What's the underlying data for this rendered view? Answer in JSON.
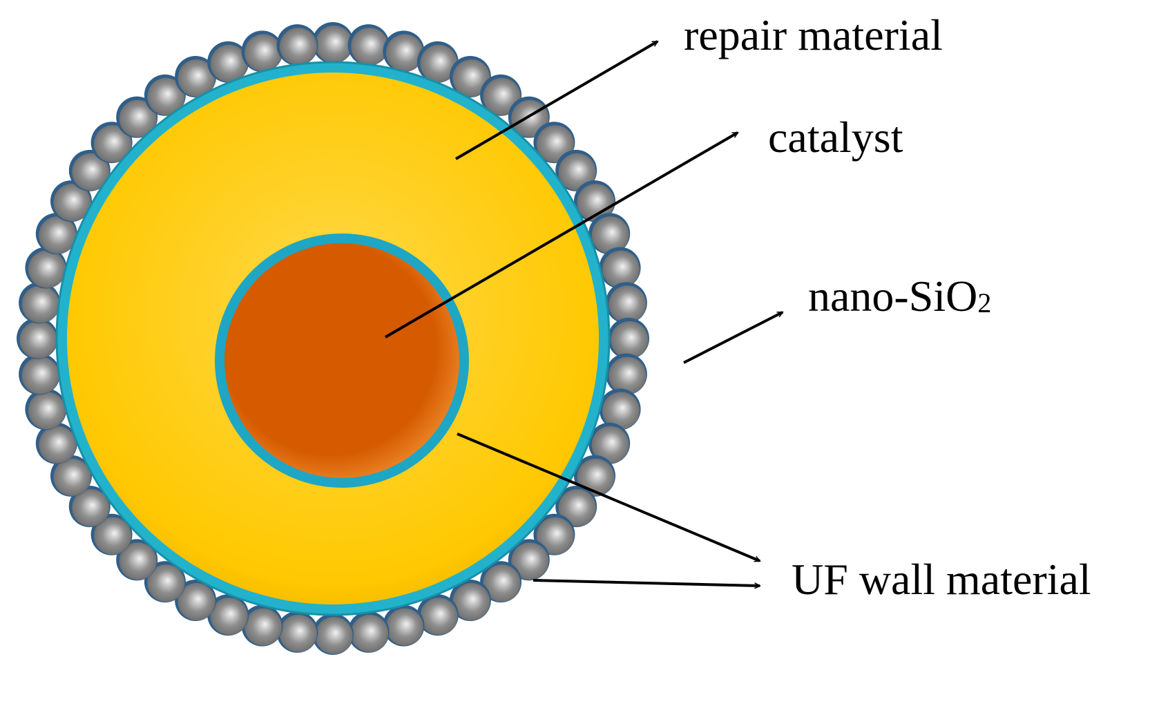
{
  "labels": {
    "repair_material": "repair material",
    "catalyst": "catalyst",
    "nano_sio2_main": "nano-SiO",
    "nano_sio2_subscript": "2",
    "uf_wall_material": "UF wall material"
  },
  "colors": {
    "outer_shell": "#22b2cc",
    "outer_shell_dark": "#1890a8",
    "repair_material": "#ffc800",
    "repair_material_light": "#ffd94a",
    "inner_shell": "#1ea6c4",
    "catalyst": "#d55a00",
    "catalyst_light": "#ef8a2c",
    "nano_particle": "#8e8e8e",
    "nano_particle_light": "#f2f2f2",
    "nano_particle_rim": "#2f5f8a",
    "arrow": "#000000"
  },
  "nano_particles": {
    "count": 52
  }
}
